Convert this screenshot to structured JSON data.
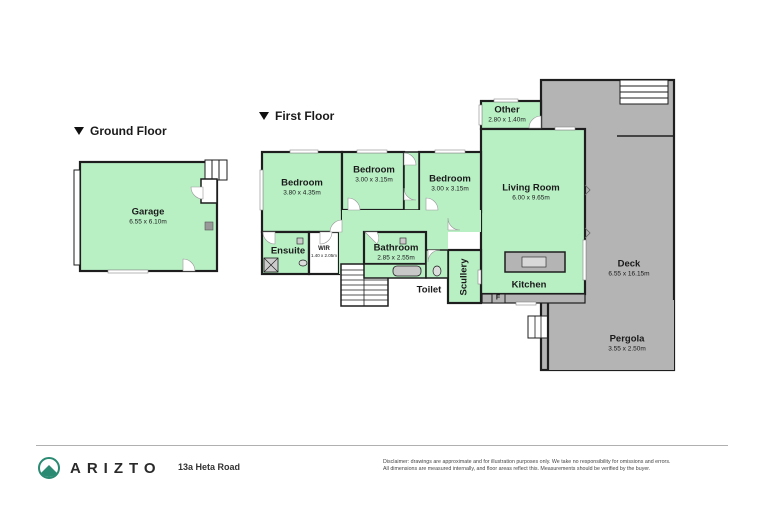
{
  "floors": {
    "ground": {
      "label": "Ground Floor",
      "rooms": [
        {
          "name": "Garage",
          "dimensions": "6.55 x 6.10m"
        }
      ]
    },
    "first": {
      "label": "First Floor",
      "rooms": [
        {
          "name": "Bedroom",
          "dimensions": "3.80 x 4.35m"
        },
        {
          "name": "Bedroom",
          "dimensions": "3.00 x 3.15m"
        },
        {
          "name": "Bedroom",
          "dimensions": "3.00 x 3.15m"
        },
        {
          "name": "Other",
          "dimensions": "2.80 x 1.40m"
        },
        {
          "name": "Living Room",
          "dimensions": "6.00 x 9.65m"
        },
        {
          "name": "Ensuite",
          "dimensions": ""
        },
        {
          "name": "WIR",
          "dimensions": "1.40 x 2.05m"
        },
        {
          "name": "Bathroom",
          "dimensions": "2.85 x 2.55m"
        },
        {
          "name": "Toilet",
          "dimensions": ""
        },
        {
          "name": "Scullery",
          "dimensions": ""
        },
        {
          "name": "Kitchen",
          "dimensions": ""
        },
        {
          "name": "Deck",
          "dimensions": "6.55 x 16.15m"
        },
        {
          "name": "Pergola",
          "dimensions": "3.55 x 2.50m"
        }
      ],
      "fridge_label": "F"
    }
  },
  "colors": {
    "room_fill": "#b8f0c4",
    "deck_fill": "#b4b4b4",
    "wall": "#1e1e1e",
    "brand_teal": "#2a8a72"
  },
  "footer": {
    "brand": "ARIZTO",
    "address": "13a Heta Road",
    "disclaimer_line1": "Disclaimer: drawings are approximate and for illustration purposes only. We take no responsibility for omissions and errors.",
    "disclaimer_line2": "All dimensions are measured internally, and floor areas reflect this. Measurements should be verified by the buyer."
  }
}
